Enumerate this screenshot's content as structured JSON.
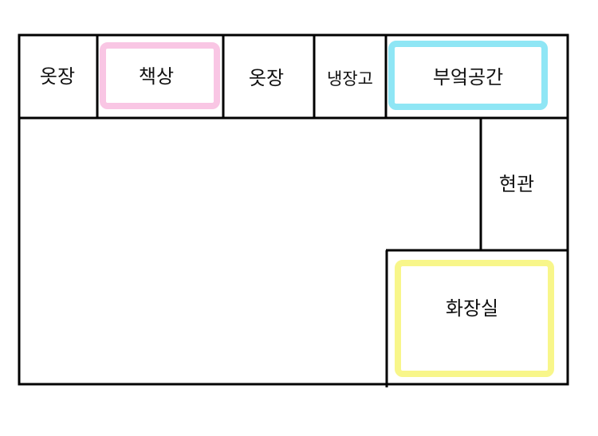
{
  "rooms": {
    "closet_left": "옷장",
    "desk": "책상",
    "closet_mid": "옷장",
    "fridge": "냉장고",
    "kitchen": "부엌공간",
    "entrance": "현관",
    "bathroom": "화장실"
  },
  "highlight_colors": {
    "desk": "#f9c6e4",
    "kitchen": "#8fe6f5",
    "bathroom": "#f8f68a"
  }
}
